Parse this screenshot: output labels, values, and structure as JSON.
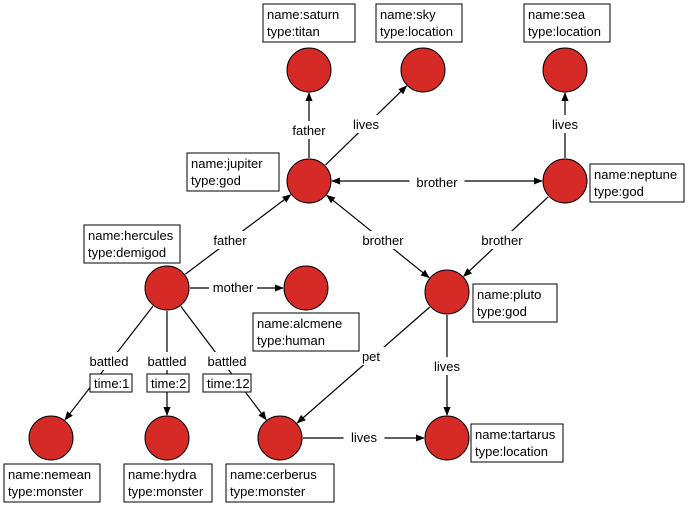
{
  "colors": {
    "node_fill": "#d62a27",
    "stroke": "#000000",
    "label_bg": "#ffffff"
  },
  "nodes": [
    {
      "id": "saturn",
      "lines": [
        "name:saturn",
        "type:titan"
      ]
    },
    {
      "id": "sky",
      "lines": [
        "name:sky",
        "type:location"
      ]
    },
    {
      "id": "sea",
      "lines": [
        "name:sea",
        "type:location"
      ]
    },
    {
      "id": "jupiter",
      "lines": [
        "name:jupiter",
        "type:god"
      ]
    },
    {
      "id": "neptune",
      "lines": [
        "name:neptune",
        "type:god"
      ]
    },
    {
      "id": "hercules",
      "lines": [
        "name:hercules",
        "type:demigod"
      ]
    },
    {
      "id": "alcmene",
      "lines": [
        "name:alcmene",
        "type:human"
      ]
    },
    {
      "id": "pluto",
      "lines": [
        "name:pluto",
        "type:god"
      ]
    },
    {
      "id": "nemean",
      "lines": [
        "name:nemean",
        "type:monster"
      ]
    },
    {
      "id": "hydra",
      "lines": [
        "name:hydra",
        "type:monster"
      ]
    },
    {
      "id": "cerberus",
      "lines": [
        "name:cerberus",
        "type:monster"
      ]
    },
    {
      "id": "tartarus",
      "lines": [
        "name:tartarus",
        "type:location"
      ]
    }
  ],
  "edges": [
    {
      "id": "jupiter-saturn",
      "from": "jupiter",
      "to": "saturn",
      "label": "father"
    },
    {
      "id": "jupiter-sky",
      "from": "jupiter",
      "to": "sky",
      "label": "lives"
    },
    {
      "id": "neptune-sea",
      "from": "neptune",
      "to": "sea",
      "label": "lives"
    },
    {
      "id": "jupiter-neptune",
      "from": "jupiter",
      "to": "neptune",
      "label": "brother",
      "bidirectional": true
    },
    {
      "id": "hercules-jupiter",
      "from": "hercules",
      "to": "jupiter",
      "label": "father"
    },
    {
      "id": "hercules-alcmene",
      "from": "hercules",
      "to": "alcmene",
      "label": "mother"
    },
    {
      "id": "jupiter-pluto",
      "from": "jupiter",
      "to": "pluto",
      "label": "brother",
      "bidirectional": true
    },
    {
      "id": "neptune-pluto",
      "from": "neptune",
      "to": "pluto",
      "label": "brother"
    },
    {
      "id": "hercules-nemean",
      "from": "hercules",
      "to": "nemean",
      "label": "battled",
      "prop": "time:1"
    },
    {
      "id": "hercules-hydra",
      "from": "hercules",
      "to": "hydra",
      "label": "battled",
      "prop": "time:2"
    },
    {
      "id": "hercules-cerberus",
      "from": "hercules",
      "to": "cerberus",
      "label": "battled",
      "prop": "time:12"
    },
    {
      "id": "pluto-cerberus",
      "from": "pluto",
      "to": "cerberus",
      "label": "pet"
    },
    {
      "id": "pluto-tartarus",
      "from": "pluto",
      "to": "tartarus",
      "label": "lives"
    },
    {
      "id": "cerberus-tartarus",
      "from": "cerberus",
      "to": "tartarus",
      "label": "lives"
    }
  ]
}
